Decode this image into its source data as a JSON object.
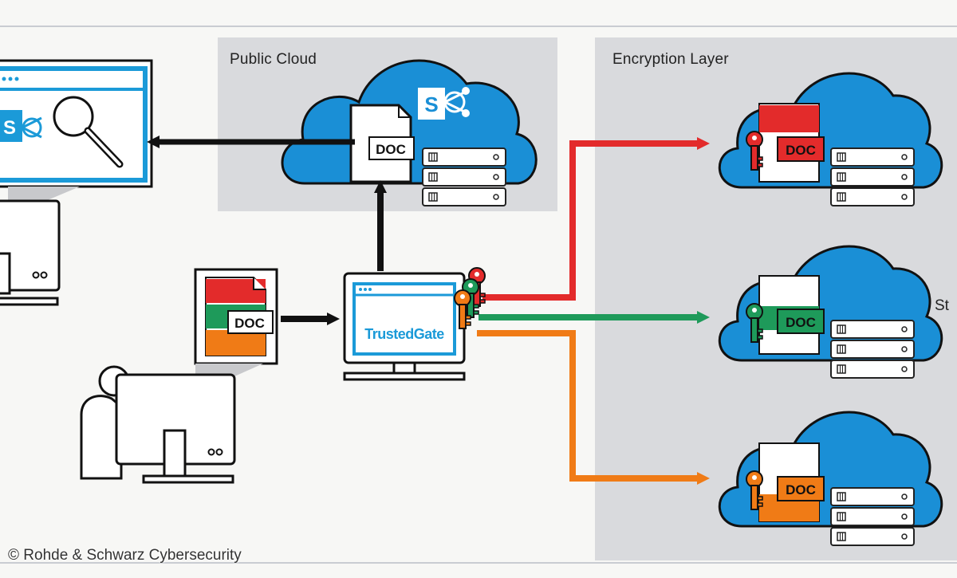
{
  "panels": {
    "public_cloud": "Public Cloud",
    "encryption_layer": "Encryption Layer"
  },
  "gateway": {
    "label": "TrustedGate"
  },
  "documents": {
    "doc_label": "DOC"
  },
  "storage": {
    "partial_label": "St"
  },
  "footer": {
    "copyright": "© Rohde & Schwarz Cybersecurity"
  },
  "colors": {
    "cloud_blue": "#1a8fd6",
    "frame_blue": "#1b9ad8",
    "red": "#e32b2b",
    "green": "#1e9a5a",
    "orange": "#f07b16",
    "panel_gray": "#d9dadd",
    "arrow_black": "#111111"
  }
}
